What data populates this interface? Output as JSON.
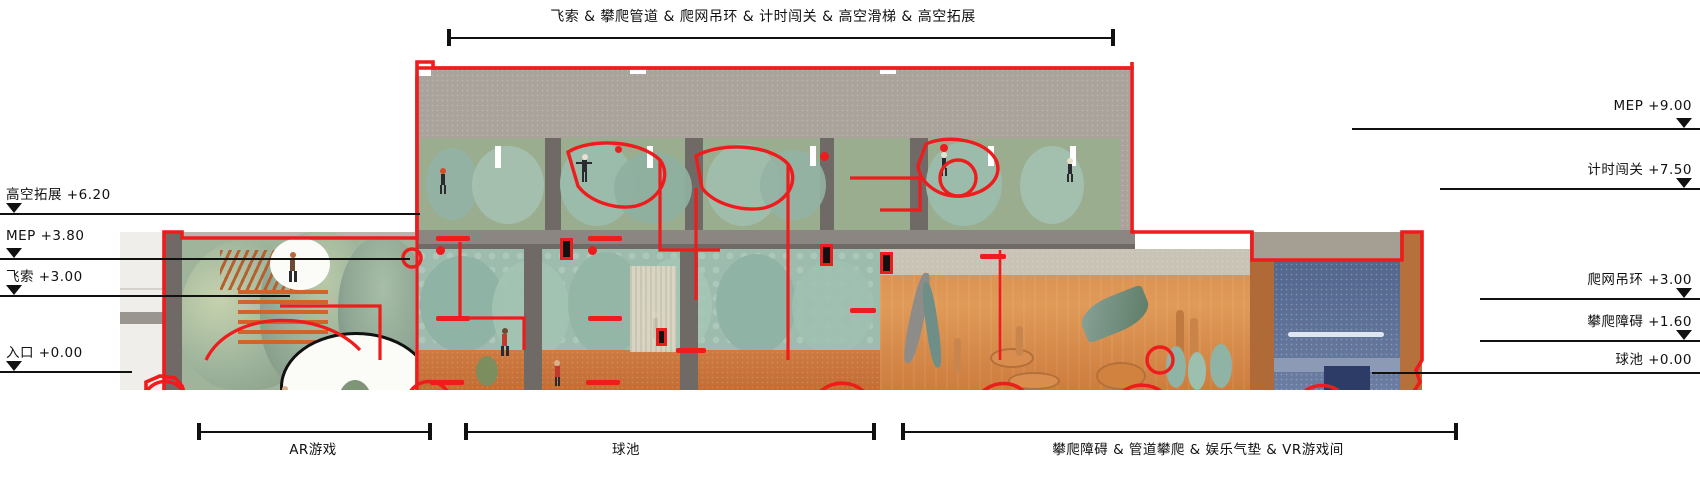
{
  "drawing": {
    "type": "architectural-section",
    "accent_color": "#ee1c1c",
    "text_color": "#111111",
    "background": "#ffffff"
  },
  "top_dimension": {
    "label": "飞索 & 攀爬管道 & 爬网吊环 & 计时闯关 & 高空滑梯 & 高空拓展"
  },
  "left_levels": [
    {
      "name": "高空拓展",
      "elevation": "+6.20",
      "text": "高空拓展  +6.20"
    },
    {
      "name": "MEP",
      "elevation": "+3.80",
      "text": "MEP  +3.80"
    },
    {
      "name": "飞索",
      "elevation": "+3.00",
      "text": "飞索  +3.00"
    },
    {
      "name": "入口",
      "elevation": "+0.00",
      "text": "入口  +0.00"
    }
  ],
  "right_levels": [
    {
      "name": "MEP",
      "elevation": "+9.00",
      "text": "MEP  +9.00"
    },
    {
      "name": "计时闯关",
      "elevation": "+7.50",
      "text": "计时闯关  +7.50"
    },
    {
      "name": "爬网吊环",
      "elevation": "+3.00",
      "text": "爬网吊环  +3.00"
    },
    {
      "name": "攀爬障碍",
      "elevation": "+1.60",
      "text": "攀爬障碍  +1.60"
    },
    {
      "name": "球池",
      "elevation": "+0.00",
      "text": "球池  +0.00"
    }
  ],
  "bottom_dimensions": [
    {
      "label": "AR游戏"
    },
    {
      "label": "球池"
    },
    {
      "label": "攀爬障碍 & 管道攀爬 & 娱乐气垫 & VR游戏间"
    }
  ],
  "palette": {
    "red_outline": "#ee1c1c",
    "sage_green": "#9fb8a4",
    "terracotta": "#d4773f",
    "concrete_grey": "#8b8682",
    "dark_grey": "#6f6a66",
    "blue_vr": "#4a5f86",
    "wall_beige": "#b9b4ad"
  }
}
